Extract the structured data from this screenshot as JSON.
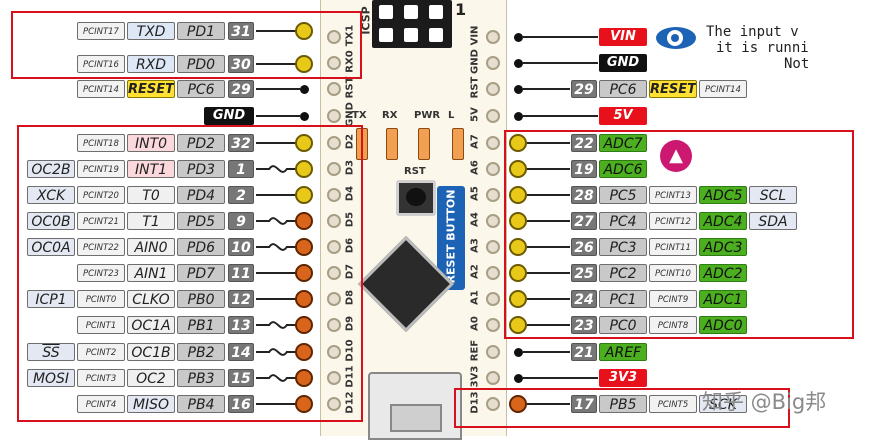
{
  "left_pins": [
    {
      "row": 31,
      "pcint": "PCINT17",
      "funcs": [
        {
          "t": "TXD",
          "c": "lightblue"
        }
      ],
      "port": "PD1",
      "num": "31",
      "dot": "y",
      "wire": "line"
    },
    {
      "row": 64,
      "pcint": "PCINT16",
      "funcs": [
        {
          "t": "RXD",
          "c": "lightblue"
        }
      ],
      "port": "PD0",
      "num": "30",
      "dot": "y",
      "wire": "line"
    },
    {
      "row": 89,
      "pcint": "PCINT14",
      "funcs": [
        {
          "t": "RESET",
          "c": "reset"
        }
      ],
      "port": "PC6",
      "num": "29",
      "dot": "s",
      "wire": "line"
    },
    {
      "row": 143,
      "pcint": "PCINT18",
      "funcs": [
        {
          "t": "INT0",
          "c": "lightpink"
        }
      ],
      "port": "PD2",
      "num": "32",
      "dot": "y",
      "wire": "line"
    },
    {
      "row": 169,
      "pcint": "PCINT19",
      "funcs": [
        {
          "t": "INT1",
          "c": "lightpink"
        }
      ],
      "port": "PD3",
      "num": "1",
      "dot": "y",
      "wire": "pwm",
      "ext": "OC2B"
    },
    {
      "row": 195,
      "pcint": "PCINT20",
      "funcs": [
        {
          "t": "T0",
          "c": "func"
        }
      ],
      "port": "PD4",
      "num": "2",
      "dot": "y",
      "wire": "line",
      "ext": "XCK"
    },
    {
      "row": 221,
      "pcint": "PCINT21",
      "funcs": [
        {
          "t": "T1",
          "c": "func"
        }
      ],
      "port": "PD5",
      "num": "9",
      "dot": "o",
      "wire": "pwm",
      "ext": "OC0B"
    },
    {
      "row": 247,
      "pcint": "PCINT22",
      "funcs": [
        {
          "t": "AIN0",
          "c": "func"
        }
      ],
      "port": "PD6",
      "num": "10",
      "dot": "o",
      "wire": "pwm",
      "ext": "OC0A"
    },
    {
      "row": 273,
      "pcint": "PCINT23",
      "funcs": [
        {
          "t": "AIN1",
          "c": "func"
        }
      ],
      "port": "PD7",
      "num": "11",
      "dot": "o",
      "wire": "line"
    },
    {
      "row": 299,
      "pcint": "PCINT0",
      "funcs": [
        {
          "t": "CLKO",
          "c": "func"
        }
      ],
      "port": "PB0",
      "num": "12",
      "dot": "o",
      "wire": "line",
      "ext": "ICP1"
    },
    {
      "row": 325,
      "pcint": "PCINT1",
      "funcs": [
        {
          "t": "OC1A",
          "c": "func"
        }
      ],
      "port": "PB1",
      "num": "13",
      "dot": "o",
      "wire": "pwm"
    },
    {
      "row": 352,
      "pcint": "PCINT2",
      "funcs": [
        {
          "t": "OC1B",
          "c": "func"
        }
      ],
      "port": "PB2",
      "num": "14",
      "dot": "o",
      "wire": "pwm",
      "ext": "SS"
    },
    {
      "row": 378,
      "pcint": "PCINT3",
      "funcs": [
        {
          "t": "OC2",
          "c": "func"
        }
      ],
      "port": "PB3",
      "num": "15",
      "dot": "o",
      "wire": "pwm",
      "ext": "MOSI"
    },
    {
      "row": 404,
      "pcint": "PCINT4",
      "funcs": [
        {
          "t": "MISO",
          "c": "ext"
        }
      ],
      "port": "PB4",
      "num": "16",
      "dot": "o",
      "wire": "line"
    }
  ],
  "left_gnd": {
    "row": 116,
    "label": "GND"
  },
  "right_power": [
    {
      "row": 37,
      "label": "VIN",
      "cls": "pwr"
    },
    {
      "row": 63,
      "label": "GND",
      "cls": "gnd"
    },
    {
      "row": 116,
      "label": "5V",
      "cls": "pwr"
    },
    {
      "row": 352,
      "label": "AREF",
      "cls": "adc",
      "num": "21"
    },
    {
      "row": 378,
      "label": "3V3",
      "cls": "pwr"
    }
  ],
  "right_reset": {
    "row": 89,
    "num": "29",
    "port": "PC6",
    "func": "RESET",
    "pcint": "PCINT14"
  },
  "right_pins": [
    {
      "row": 143,
      "num": "22",
      "port": "ADC7",
      "portcls": "adc",
      "dot": "y"
    },
    {
      "row": 169,
      "num": "19",
      "port": "ADC6",
      "portcls": "adc",
      "dot": "y"
    },
    {
      "row": 195,
      "num": "28",
      "port": "PC5",
      "pcint": "PCINT13",
      "adc": "ADC5",
      "ext": "SCL",
      "dot": "y"
    },
    {
      "row": 221,
      "num": "27",
      "port": "PC4",
      "pcint": "PCINT12",
      "adc": "ADC4",
      "ext": "SDA",
      "dot": "y"
    },
    {
      "row": 247,
      "num": "26",
      "port": "PC3",
      "pcint": "PCINT11",
      "adc": "ADC3",
      "dot": "y"
    },
    {
      "row": 273,
      "num": "25",
      "port": "PC2",
      "pcint": "PCINT10",
      "adc": "ADC2",
      "dot": "y"
    },
    {
      "row": 299,
      "num": "24",
      "port": "PC1",
      "pcint": "PCINT9",
      "adc": "ADC1",
      "dot": "y"
    },
    {
      "row": 325,
      "num": "23",
      "port": "PC0",
      "pcint": "PCINT8",
      "adc": "ADC0",
      "dot": "y"
    },
    {
      "row": 404,
      "num": "17",
      "port": "PB5",
      "pcint": "PCINT5",
      "ext": "SCK",
      "dot": "o"
    }
  ],
  "board": {
    "header_left": [
      "TX1",
      "RX0",
      "RST",
      "GND",
      "D2",
      "D3",
      "D4",
      "D5",
      "D6",
      "D7",
      "D8",
      "D9",
      "D10",
      "D11",
      "D12"
    ],
    "header_right": [
      "VIN",
      "GND",
      "RST",
      "5V",
      "A7",
      "A6",
      "A5",
      "A4",
      "A3",
      "A2",
      "A1",
      "A0",
      "REF",
      "3V3",
      "D13"
    ],
    "led_labels": [
      "TX",
      "RX",
      "PWR",
      "L"
    ],
    "rst_label": "RST",
    "reset_button": "RESET BUTTON",
    "icsp_label": "ICSP",
    "icsp_num": "1"
  },
  "note": {
    "lines": [
      "The input v",
      "it is runni",
      "Not"
    ]
  },
  "watermark": "知乎 @Big邦",
  "colors": {
    "red_box": "#d8101c",
    "pwm_orange": "#d9651c",
    "pin_yellow": "#e8c91a",
    "adc_green": "#4caf1f"
  }
}
